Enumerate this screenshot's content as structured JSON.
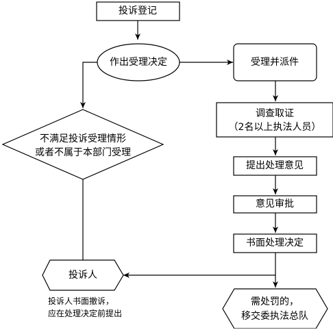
{
  "nodes": {
    "register": "投诉登记",
    "decision": "作出受理决定",
    "accept": "受理并派件",
    "investigate_line1": "调查取证",
    "investigate_line2": "（2名以上执法人员）",
    "opinion": "提出处理意见",
    "review": "意见审批",
    "written_decision": "书面处理决定",
    "reject_line1": "不满足投诉受理情形",
    "reject_line2": "或者不属于本部门受理",
    "complainant": "投诉人",
    "note_line1": "投诉人书面撤诉，",
    "note_line2": "应在处理决定前提出",
    "transfer_line1": "需处罚的，",
    "transfer_line2": "移交委执法总队"
  },
  "colors": {
    "stroke": "#000000",
    "fill": "#ffffff",
    "text": "#000000"
  }
}
